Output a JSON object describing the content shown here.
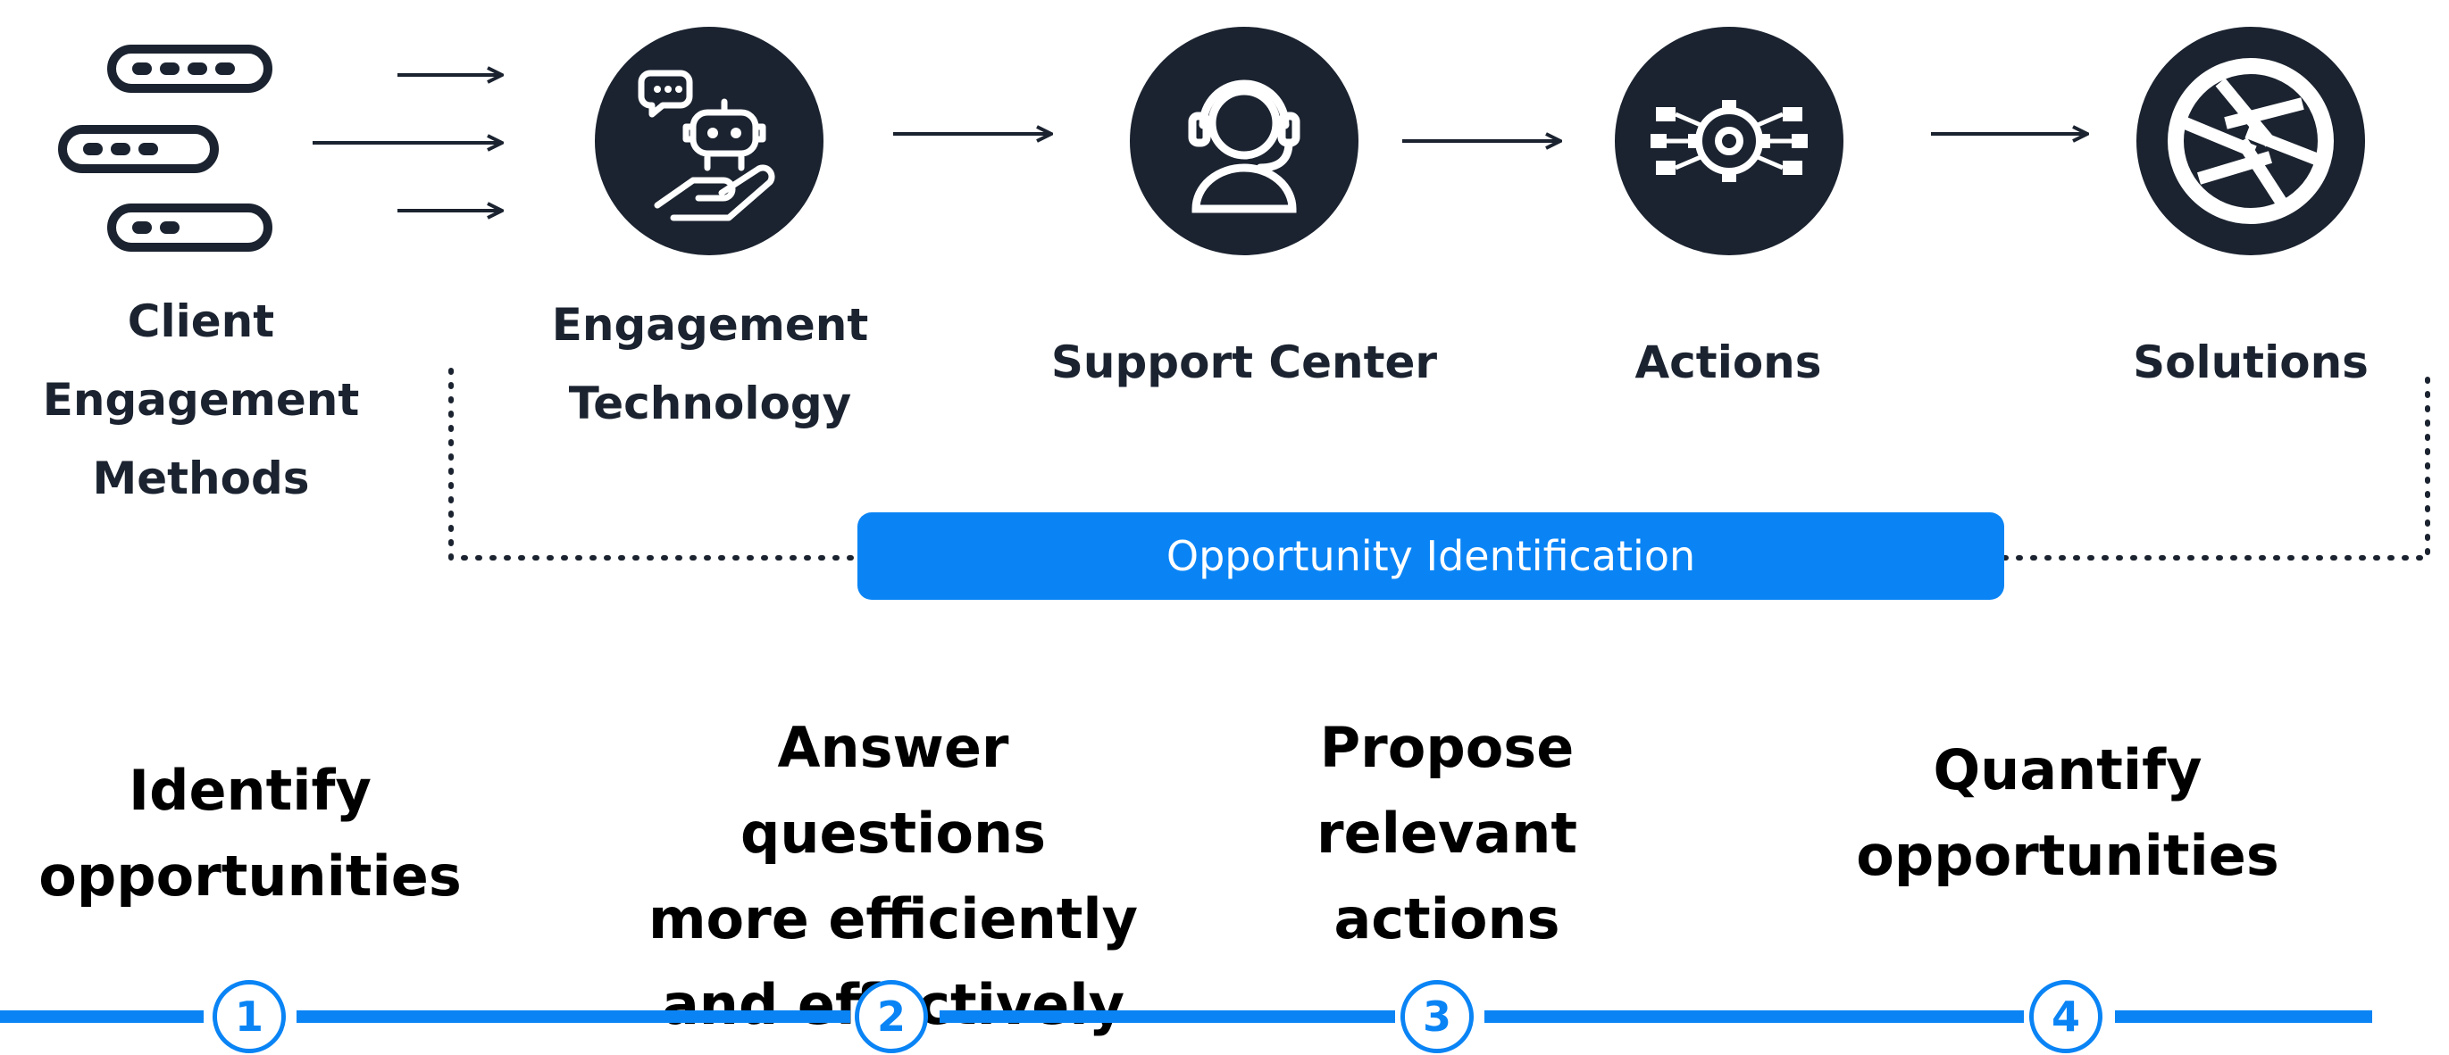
{
  "stages": {
    "client_methods": {
      "label": "Client Engagement Methods",
      "lines": [
        "Client",
        "Engagement",
        "Methods"
      ]
    },
    "engagement_technology": {
      "label": "Engagement Technology",
      "lines": [
        "Engagement",
        "Technology"
      ],
      "icon": "chatbot-hand-icon"
    },
    "support_center": {
      "label": "Support Center",
      "icon": "headset-agent-icon"
    },
    "actions": {
      "label": "Actions",
      "icon": "gear-network-icon"
    },
    "solutions": {
      "label": "Solutions",
      "icon": "aperture-icon"
    }
  },
  "banner": {
    "label": "Opportunity Identification"
  },
  "steps": [
    {
      "number": "1",
      "lines": [
        "Identify",
        "opportunities"
      ]
    },
    {
      "number": "2",
      "lines": [
        "Answer questions",
        "more efficiently",
        "and effectively"
      ]
    },
    {
      "number": "3",
      "lines": [
        "Propose",
        "relevant",
        "actions"
      ]
    },
    {
      "number": "4",
      "lines": [
        "Quantify",
        "opportunities"
      ]
    }
  ],
  "colors": {
    "dark": "#1b2330",
    "accent": "#0a84f5",
    "background": "#ffffff"
  }
}
